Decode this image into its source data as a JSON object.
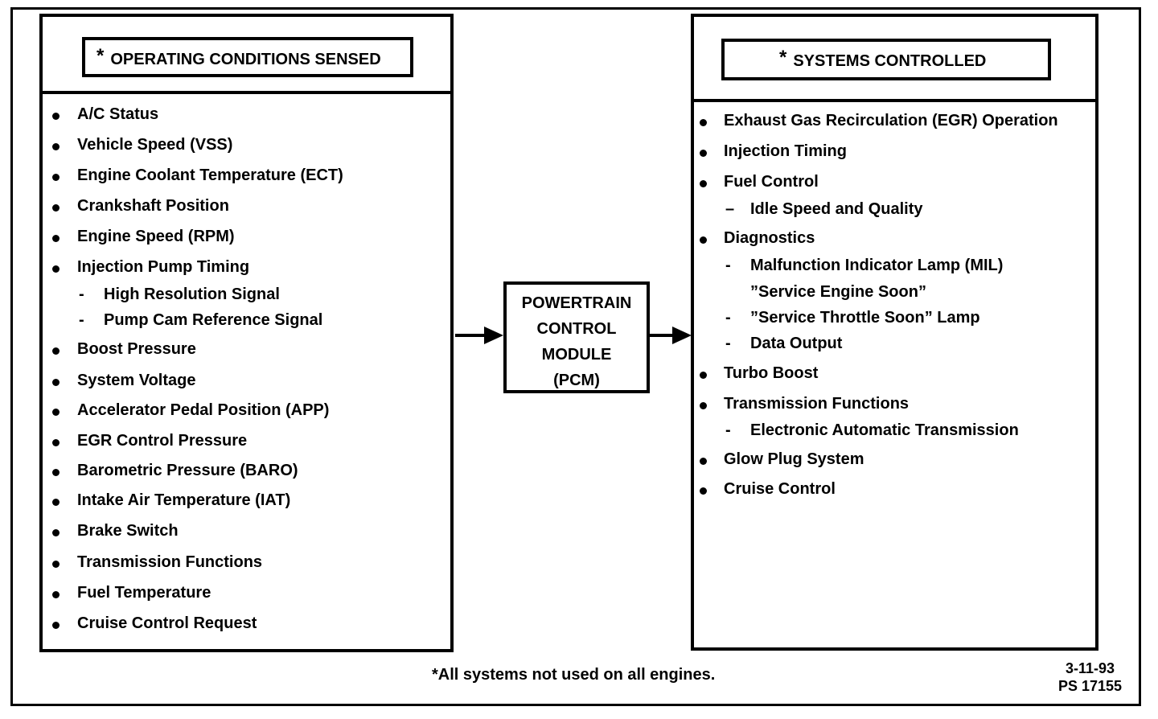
{
  "left_panel": {
    "star": "*",
    "title": "OPERATING CONDITIONS SENSED",
    "items": [
      {
        "text": "A/C Status",
        "kind": "bullet"
      },
      {
        "text": "Vehicle Speed (VSS)",
        "kind": "bullet"
      },
      {
        "text": "Engine Coolant Temperature (ECT)",
        "kind": "bullet"
      },
      {
        "text": "Crankshaft Position",
        "kind": "bullet"
      },
      {
        "text": "Engine Speed (RPM)",
        "kind": "bullet"
      },
      {
        "text": "Injection  Pump Timing",
        "kind": "bullet"
      },
      {
        "text": "High Resolution Signal",
        "kind": "dash",
        "marker": "-"
      },
      {
        "text": "Pump Cam Reference Signal",
        "kind": "dash",
        "marker": "-"
      },
      {
        "text": "Boost Pressure",
        "kind": "bullet"
      },
      {
        "text": "System Voltage",
        "kind": "bullet"
      },
      {
        "text": "Accelerator Pedal Position (APP)",
        "kind": "bullet"
      },
      {
        "text": "EGR Control Pressure",
        "kind": "bullet"
      },
      {
        "text": "Barometric Pressure (BARO)",
        "kind": "bullet"
      },
      {
        "text": "Intake Air Temperature (IAT)",
        "kind": "bullet"
      },
      {
        "text": "Brake Switch",
        "kind": "bullet"
      },
      {
        "text": "Transmission Functions",
        "kind": "bullet"
      },
      {
        "text": "Fuel Temperature",
        "kind": "bullet"
      },
      {
        "text": "Cruise Control Request",
        "kind": "bullet"
      }
    ]
  },
  "pcm": {
    "lines": [
      "POWERTRAIN",
      "CONTROL",
      "MODULE",
      "(PCM)"
    ]
  },
  "right_panel": {
    "star": "*",
    "title": "SYSTEMS CONTROLLED",
    "items": [
      {
        "text": "Exhaust Gas Recirculation (EGR) Operation",
        "kind": "bullet"
      },
      {
        "text": "Injection Timing",
        "kind": "bullet"
      },
      {
        "text": "Fuel Control",
        "kind": "bullet"
      },
      {
        "text": "Idle  Speed and Quality",
        "kind": "dash",
        "marker": "–"
      },
      {
        "text": "Diagnostics",
        "kind": "bullet"
      },
      {
        "text": "Malfunction Indicator Lamp (MIL)",
        "kind": "dash",
        "marker": "-"
      },
      {
        "text": "”Service Engine  Soon”",
        "kind": "cont"
      },
      {
        "text": "”Service Throttle Soon” Lamp",
        "kind": "dash",
        "marker": "-"
      },
      {
        "text": "Data Output",
        "kind": "dash",
        "marker": "-"
      },
      {
        "text": "Turbo Boost",
        "kind": "bullet"
      },
      {
        "text": "Transmission Functions",
        "kind": "bullet"
      },
      {
        "text": "Electronic Automatic Transmission",
        "kind": "dash",
        "marker": "-"
      },
      {
        "text": "Glow Plug System",
        "kind": "bullet"
      },
      {
        "text": "Cruise Control",
        "kind": "bullet"
      }
    ]
  },
  "footer": {
    "note": "*All systems not used on all engines.",
    "date": "3-11-93",
    "ps_number": "PS 17155"
  }
}
